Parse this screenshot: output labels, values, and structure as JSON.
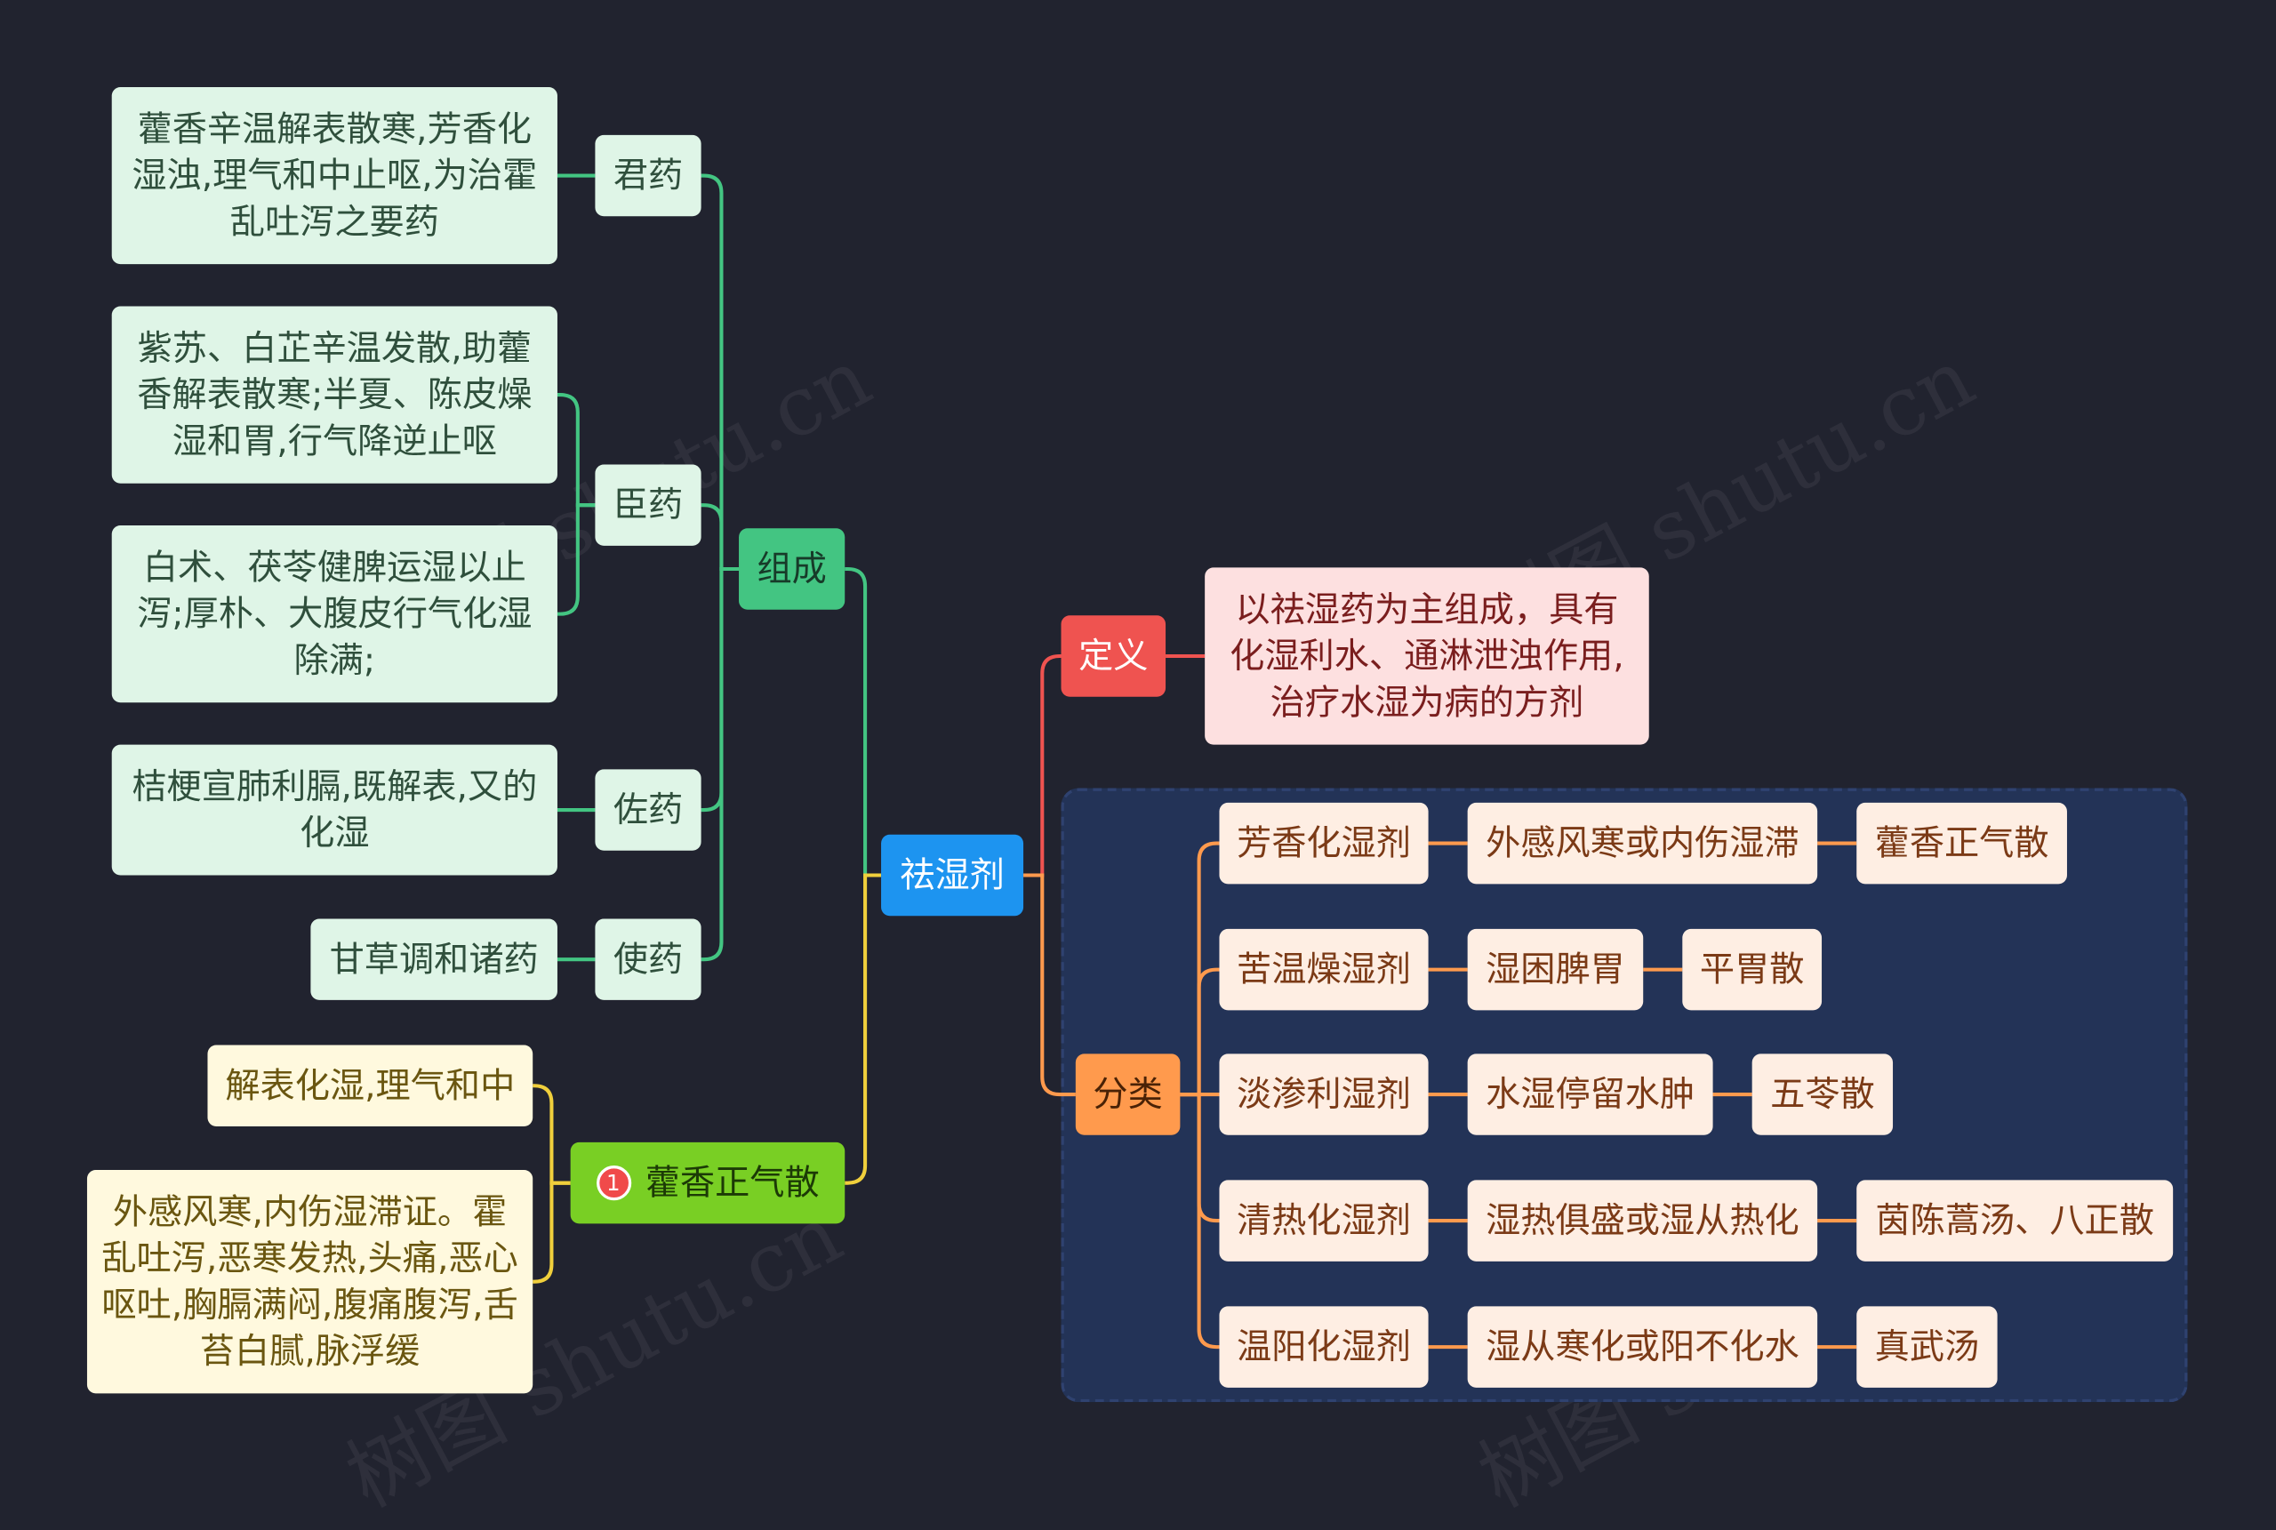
{
  "root": "祛湿剂",
  "zucheng": {
    "label": "组成",
    "junyao": {
      "label": "君药",
      "desc": "藿香辛温解表散寒,芳香化湿浊,理气和中止呕,为治霍乱吐泻之要药"
    },
    "chenyao": {
      "label": "臣药",
      "desc1": "紫苏、白芷辛温发散,助藿香解表散寒;半夏、陈皮燥湿和胃,行气降逆止呕",
      "desc2": "白术、茯苓健脾运湿以止泻;厚朴、大腹皮行气化湿除满;"
    },
    "zuoyao": {
      "label": "佐药",
      "desc": "桔梗宣肺利膈,既解表,又的化湿"
    },
    "shiyao": {
      "label": "使药",
      "desc": "甘草调和诸药"
    }
  },
  "fangji": {
    "badge": "1",
    "label": "藿香正气散",
    "leaf1": "解表化湿,理气和中",
    "leaf2": "外感风寒,内伤湿滞证。霍乱吐泻,恶寒发热,头痛,恶心呕吐,胸膈满闷,腹痛腹泻,舌苔白腻,脉浮缓"
  },
  "dingyi": {
    "label": "定义",
    "desc": "以祛湿药为主组成，具有化湿利水、通淋泄浊作用,治疗水湿为病的方剂"
  },
  "fenlei": {
    "label": "分类",
    "rows": [
      {
        "type": "芳香化湿剂",
        "condition": "外感风寒或内伤湿滞",
        "formula": "藿香正气散"
      },
      {
        "type": "苦温燥湿剂",
        "condition": "湿困脾胃",
        "formula": "平胃散"
      },
      {
        "type": "淡渗利湿剂",
        "condition": "水湿停留水肿",
        "formula": "五苓散"
      },
      {
        "type": "清热化湿剂",
        "condition": "湿热俱盛或湿从热化",
        "formula": "茵陈蒿汤、八正散"
      },
      {
        "type": "温阳化湿剂",
        "condition": "湿从寒化或阳不化水",
        "formula": "真武汤"
      }
    ]
  },
  "watermark": "树图 shutu.cn",
  "colors": {
    "background": "#21232f",
    "root": "#1d94f0",
    "zucheng": "#43c582",
    "fangji": "#79cf24",
    "dingyi": "#ef5350",
    "fenlei": "#ff9a4d"
  }
}
